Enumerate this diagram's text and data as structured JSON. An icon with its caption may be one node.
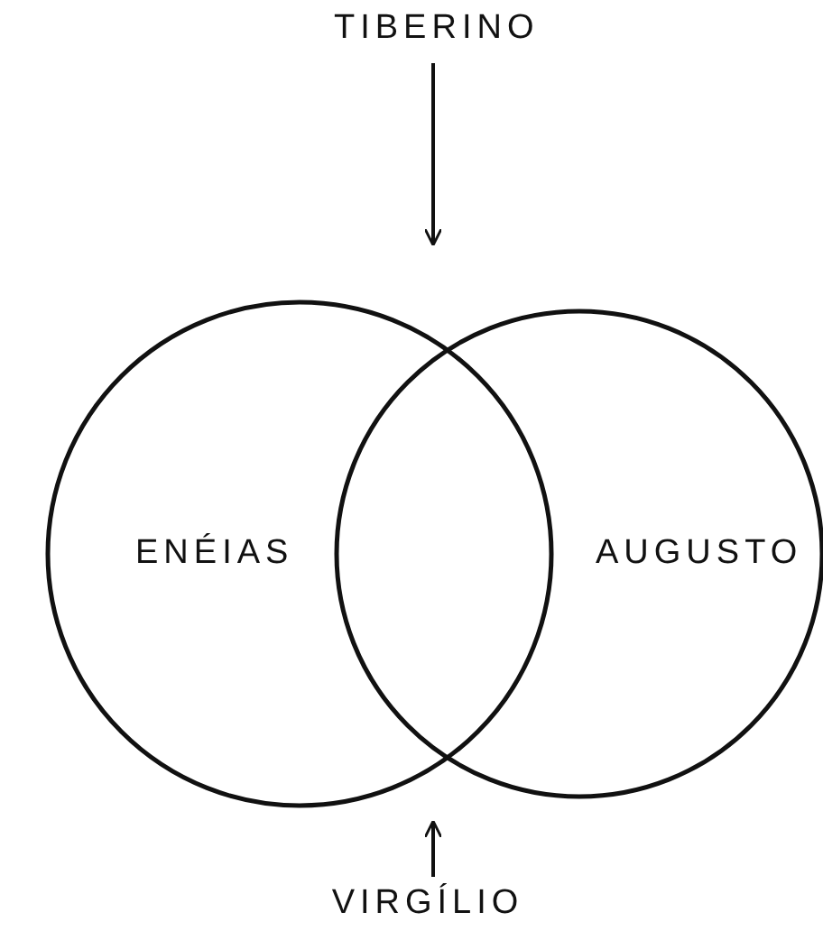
{
  "diagram": {
    "nodes": [
      {
        "text": [
          "ENÉIAS"
        ]
      },
      {
        "text": [
          "AUGUSTO"
        ]
      },
      {
        "text": [
          "TIBERINO"
        ]
      },
      {
        "text": [
          "VIRGÍLIO"
        ]
      }
    ],
    "edges": [
      {
        "from": 2,
        "to": null,
        "arrow": "to"
      },
      {
        "from": 3,
        "to": null,
        "arrow": "to"
      }
    ]
  }
}
